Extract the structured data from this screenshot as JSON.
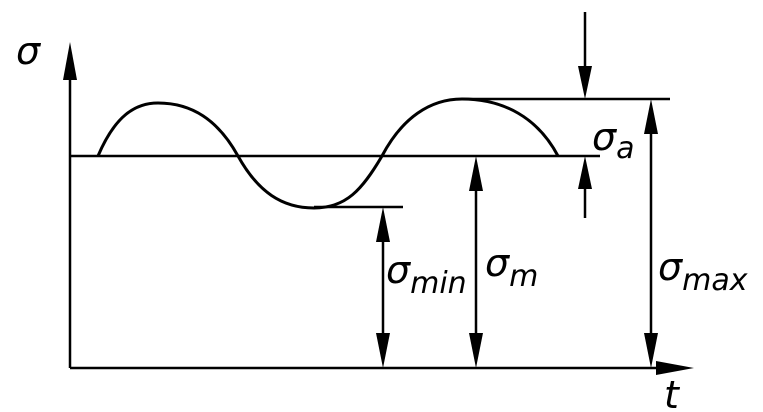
{
  "axes": {
    "y_label": "σ",
    "x_label": "t"
  },
  "labels": {
    "sigma_a": {
      "base": "σ",
      "sub": "a"
    },
    "sigma_min": {
      "base": "σ",
      "sub": "min"
    },
    "sigma_m": {
      "base": "σ",
      "sub": "m"
    },
    "sigma_max": {
      "base": "σ",
      "sub": "max"
    }
  },
  "colors": {
    "stroke": "#000000",
    "background": "#ffffff"
  }
}
